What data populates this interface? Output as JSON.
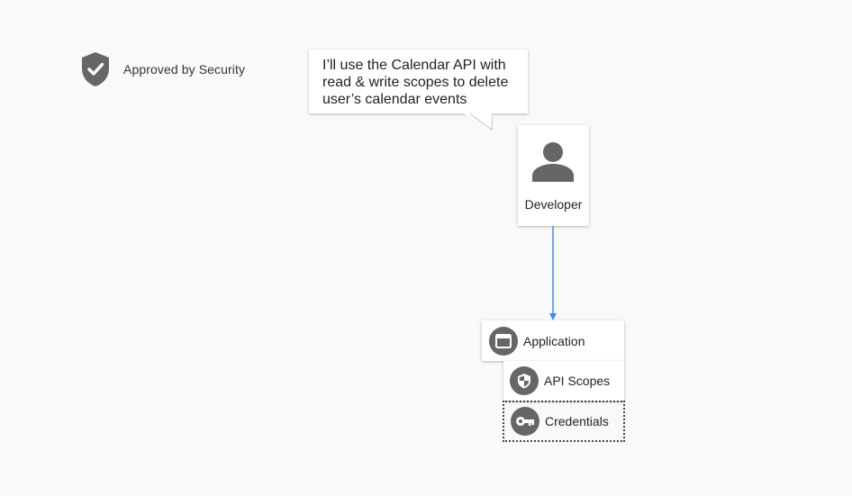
{
  "legend": {
    "icon": "shield-check-icon",
    "label": "Approved by Security"
  },
  "speech_bubble": {
    "lines": [
      "I’ll use the Calendar API with",
      "read & write scopes to delete",
      "user’s calendar events"
    ]
  },
  "developer": {
    "icon": "person-icon",
    "label": "Developer"
  },
  "application": {
    "app": {
      "icon": "window-icon",
      "label": "Application"
    },
    "api_scopes": {
      "icon": "shield-icon",
      "label": "API Scopes"
    },
    "credentials": {
      "icon": "key-icon",
      "label": "Credentials"
    }
  },
  "colors": {
    "arrow": "#4a86e8",
    "icon_gray": "#666666",
    "background": "#f9f9f9"
  }
}
